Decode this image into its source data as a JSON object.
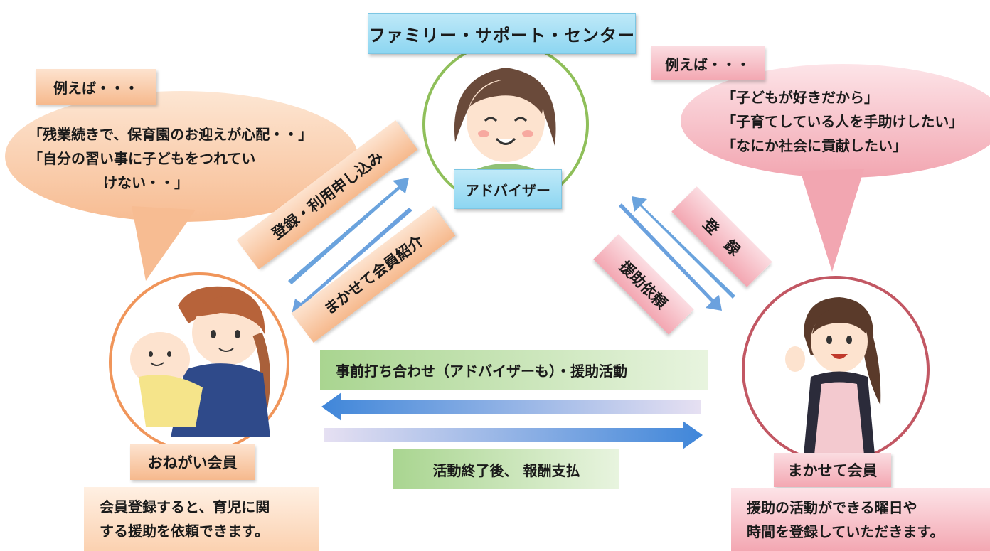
{
  "center": {
    "title": "ファミリー・サポート・センター",
    "advisor_label": "アドバイザー"
  },
  "left": {
    "example_tag": "例えば・・・",
    "speech_lines": [
      "「残業続きで、保育園のお迎えが心配・・」",
      "「自分の習い事に子どもをつれてい",
      "けない・・」"
    ],
    "member_label": "おねがい会員",
    "description_lines": [
      "会員登録すると、育児に関",
      "する援助を依頼できます。"
    ]
  },
  "right": {
    "example_tag": "例えば・・・",
    "speech_lines": [
      "「子どもが好きだから」",
      "「子育てしている人を手助けしたい」",
      "「なにか社会に貢献したい」"
    ],
    "member_label": "まかせて会員",
    "description_lines": [
      "援助の活動ができる曜日や",
      "時間を登録していただきます。"
    ]
  },
  "flows": {
    "register_apply": "登録・利用申し込み",
    "introduce": "まかせて会員紹介",
    "register": "登　録",
    "request": "援助依頼",
    "prep": "事前打ち合わせ（アドバイザーも）・援助活動",
    "payment": "活動終了後、 報酬支払"
  },
  "colors": {
    "advisor_circle": "#8fbf5a",
    "left_member_circle": "#f0955a",
    "right_member_circle": "#c25763",
    "arrow_blue": "#4f8fd6",
    "title_blue": "#8dd6f1"
  }
}
